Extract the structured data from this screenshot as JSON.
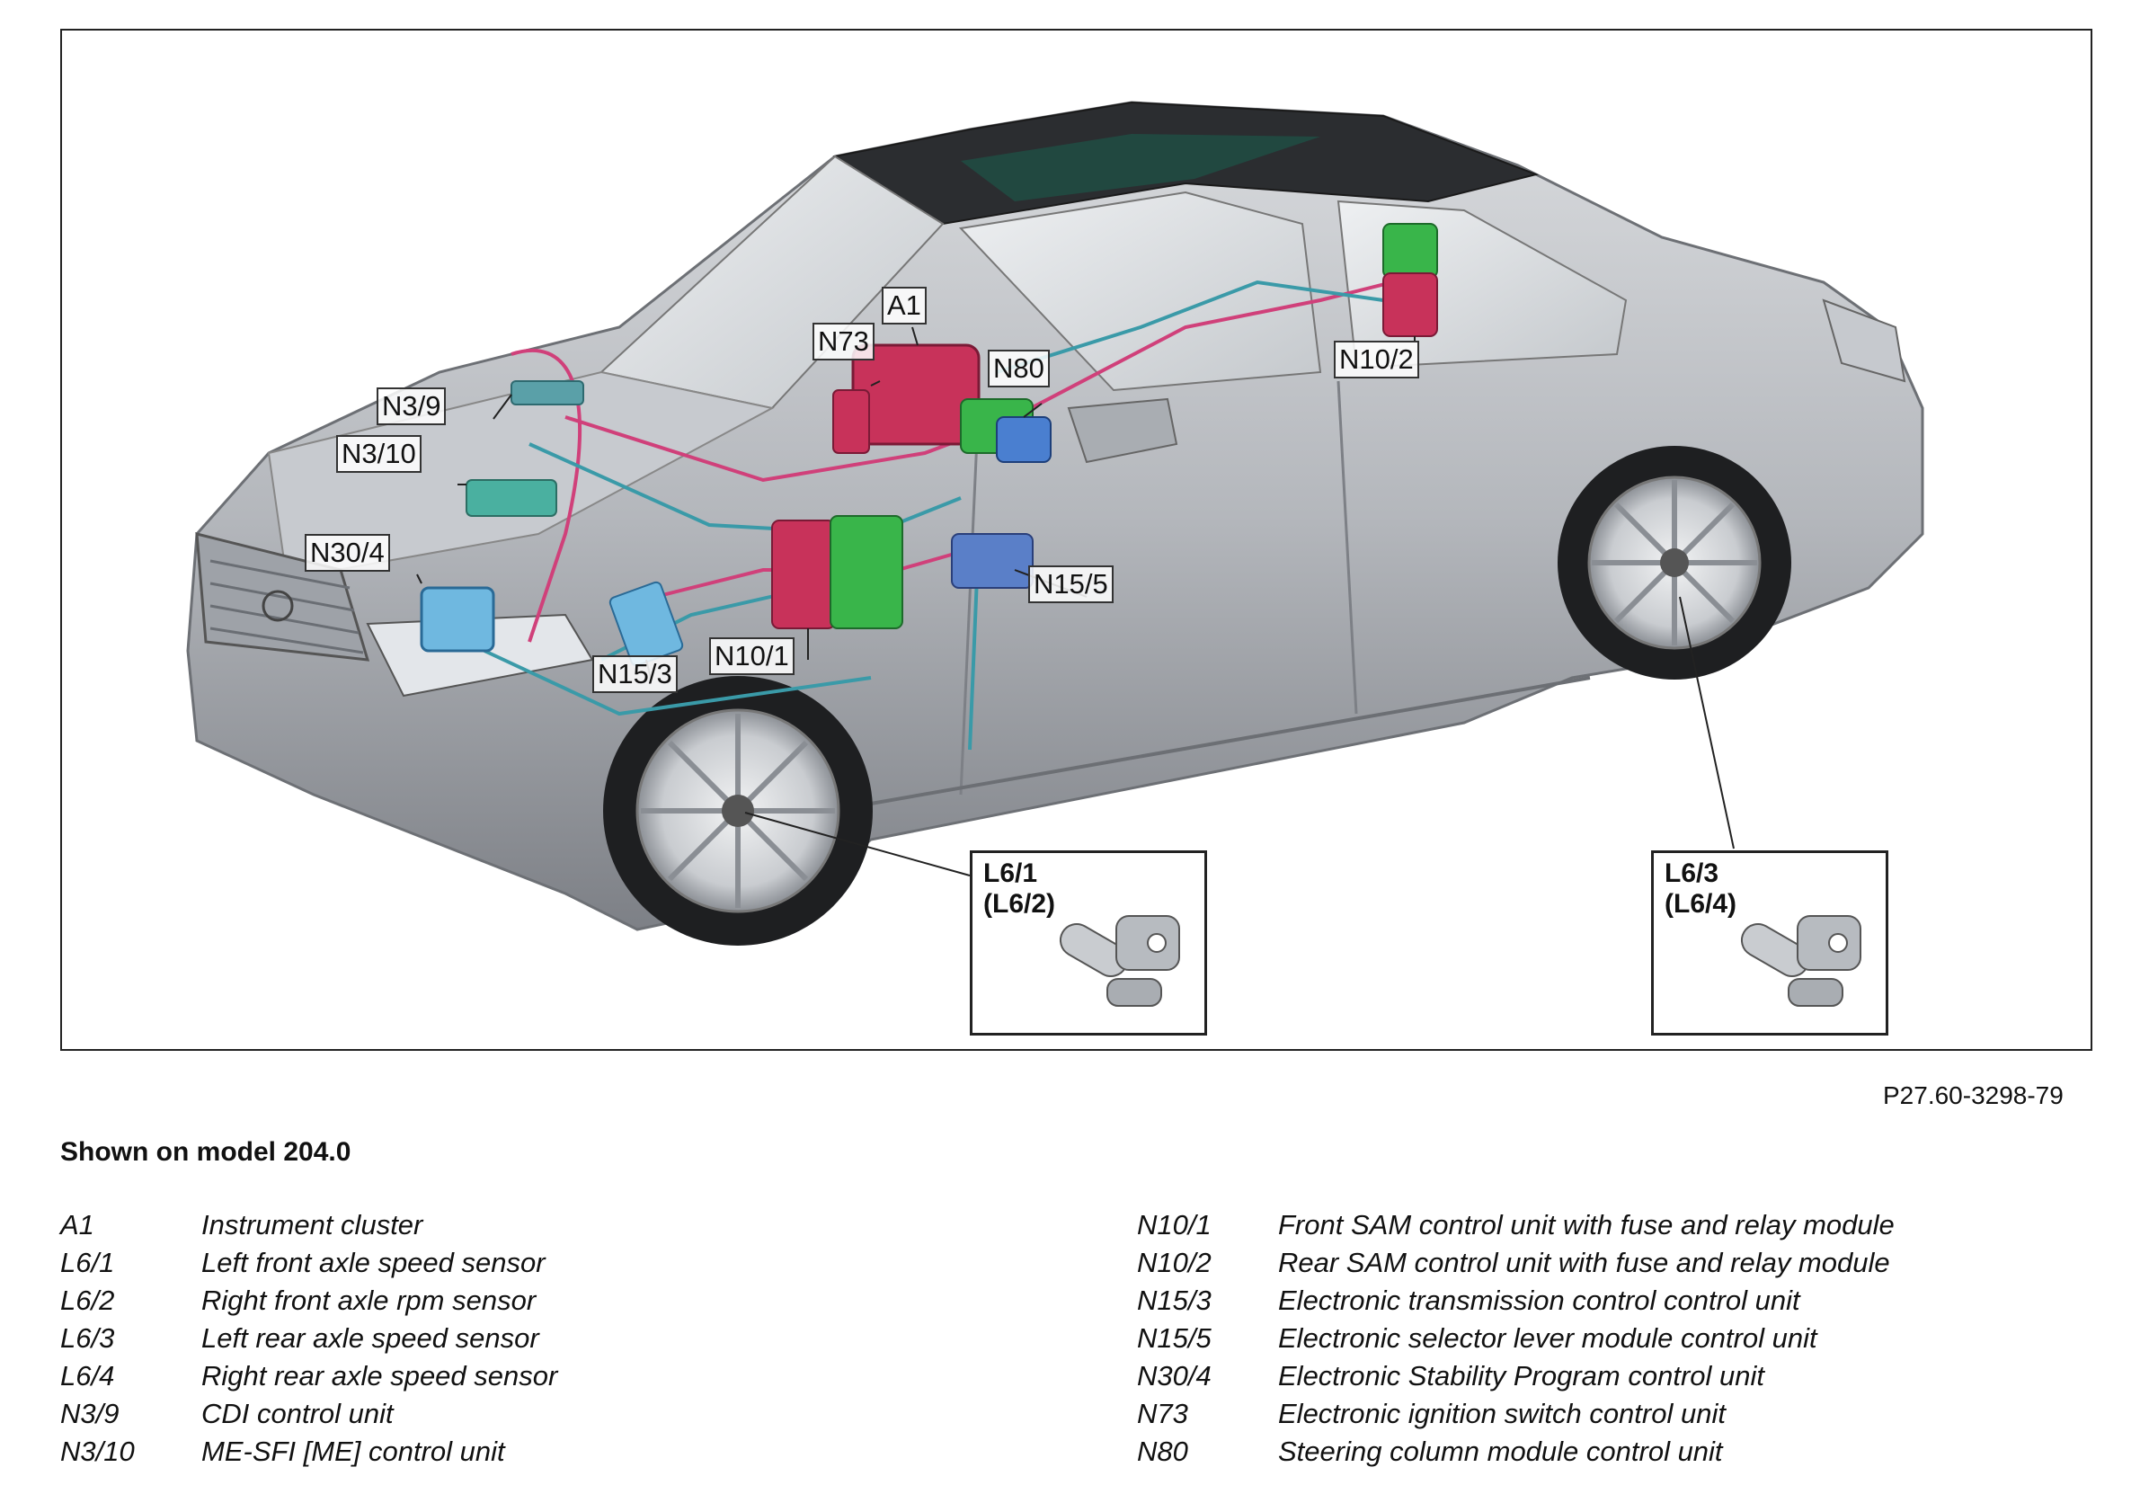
{
  "callouts": {
    "a1": "A1",
    "n73": "N73",
    "n80": "N80",
    "n3_9": "N3/9",
    "n3_10": "N3/10",
    "n30_4": "N30/4",
    "n15_3": "N15/3",
    "n10_1": "N10/1",
    "n15_5": "N15/5",
    "n10_2": "N10/2"
  },
  "insets": [
    {
      "line1": "L6/1",
      "line2": "(L6/2)"
    },
    {
      "line1": "L6/3",
      "line2": "(L6/4)"
    }
  ],
  "figure_ref": "P27.60-3298-79",
  "model_caption": "Shown on model 204.0",
  "legend_left": [
    {
      "code": "A1",
      "desc": "Instrument cluster"
    },
    {
      "code": "L6/1",
      "desc": "Left front axle speed sensor"
    },
    {
      "code": "L6/2",
      "desc": "Right front axle rpm sensor"
    },
    {
      "code": "L6/3",
      "desc": "Left rear axle speed sensor"
    },
    {
      "code": "L6/4",
      "desc": "Right rear axle speed sensor"
    },
    {
      "code": "N3/9",
      "desc": "CDI control unit"
    },
    {
      "code": "N3/10",
      "desc": "ME-SFI [ME] control unit"
    }
  ],
  "legend_right": [
    {
      "code": "N10/1",
      "desc": "Front SAM control unit with fuse and relay module"
    },
    {
      "code": "N10/2",
      "desc": "Rear SAM control unit with fuse and relay module"
    },
    {
      "code": "N15/3",
      "desc": "Electronic transmission control control unit"
    },
    {
      "code": "N15/5",
      "desc": "Electronic selector lever module control unit"
    },
    {
      "code": "N30/4",
      "desc": "Electronic Stability Program control unit"
    },
    {
      "code": "N73",
      "desc": "Electronic ignition switch control unit"
    },
    {
      "code": "N80",
      "desc": "Steering column module control unit"
    }
  ],
  "colors": {
    "car_body": "#b9bcc1",
    "wiring_pink": "#d0407a",
    "wiring_teal": "#3a9aa8",
    "module_red": "#c8325a",
    "module_green": "#39b54a",
    "module_blue": "#4a7fd0"
  }
}
